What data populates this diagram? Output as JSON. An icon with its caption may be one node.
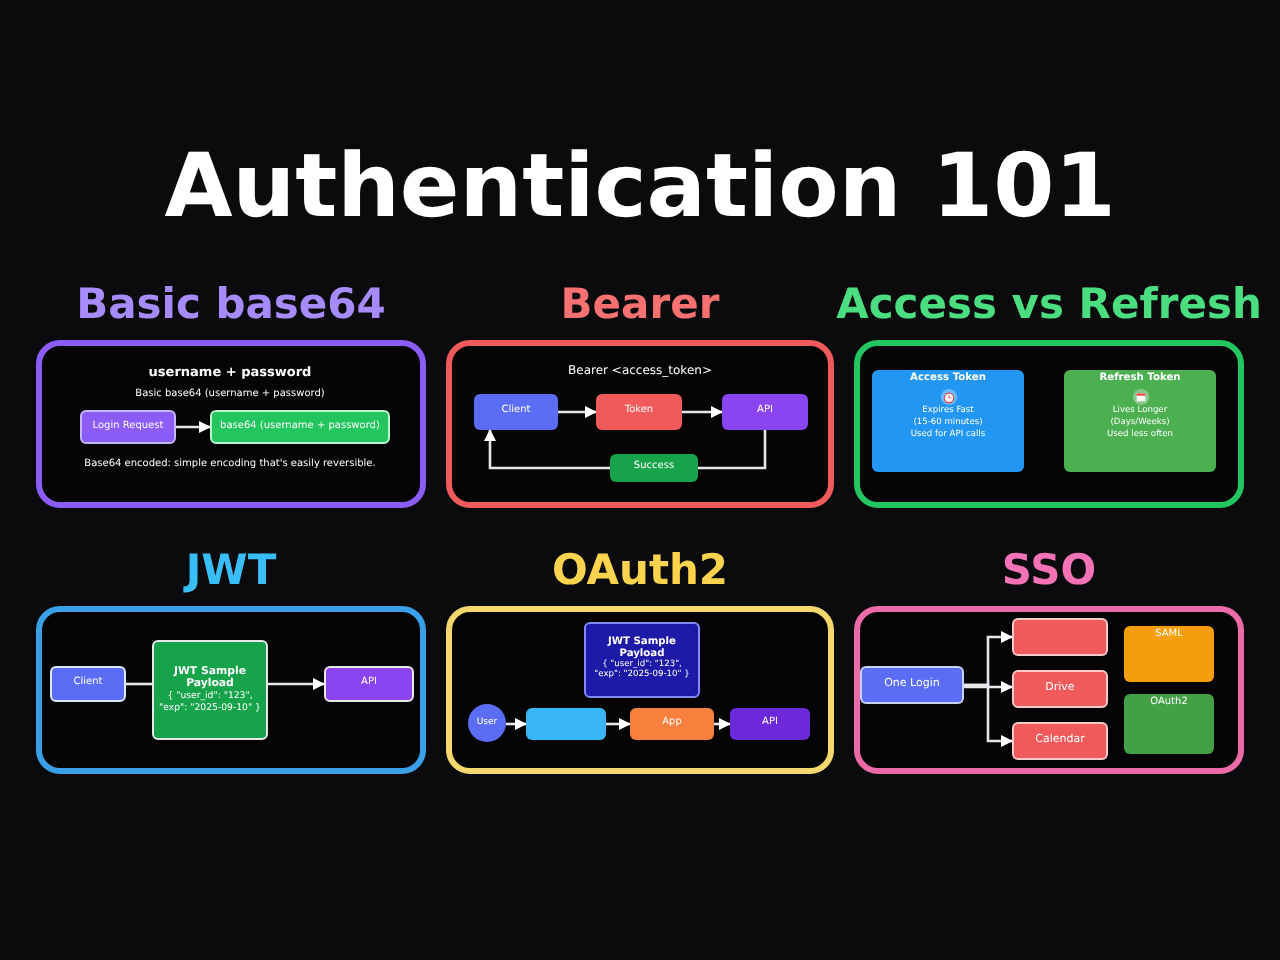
{
  "diagram": {
    "title": "Authentication 101",
    "nodes": [
      {
        "text": [
          "Basic base64"
        ]
      },
      {
        "text": [
          "Login Request"
        ],
        "in": 0
      },
      {
        "text": [
          "base64 (username + password)"
        ],
        "in": 0
      },
      {
        "text": [
          "Bearer"
        ]
      },
      {
        "text": [
          "Client"
        ],
        "in": 3
      },
      {
        "text": [
          "Token"
        ],
        "in": 3
      },
      {
        "text": [
          "API"
        ],
        "in": 3
      },
      {
        "text": [
          "Success"
        ],
        "in": 3
      },
      {
        "text": [
          "Access vs Refresh"
        ]
      },
      {
        "text": [
          "Access Token",
          "Expires Fast",
          "(15-60 minutes)",
          "Used for API calls"
        ],
        "in": 8
      },
      {
        "text": [
          "Refresh Token",
          "Lives Longer",
          "(Days/Weeks)",
          "Used less often"
        ],
        "in": 8
      },
      {
        "text": [
          "JWT"
        ]
      },
      {
        "text": [
          "Client"
        ],
        "in": 11
      },
      {
        "text": [
          "JWT Sample Payload",
          "{ \"user_id\": \"123\", \"exp\": \"2025-09-10\" }"
        ],
        "in": 11
      },
      {
        "text": [
          "API"
        ],
        "in": 11
      },
      {
        "text": [
          "OAuth2"
        ]
      },
      {
        "text": [
          "JWT Sample Payload",
          "{ \"user_id\": \"123\", \"exp\": \"2025-09-10\" }"
        ],
        "in": 15
      },
      {
        "text": [
          "User"
        ],
        "in": 15
      },
      {
        "text": [],
        "shape": "box",
        "in": 15
      },
      {
        "text": [
          "App"
        ],
        "in": 15
      },
      {
        "text": [
          "API"
        ],
        "in": 15
      },
      {
        "text": [
          "SSO"
        ]
      },
      {
        "text": [
          "One Login"
        ],
        "in": 21
      },
      {
        "text": [],
        "shape": "box",
        "in": 21
      },
      {
        "text": [
          "Drive"
        ],
        "in": 21
      },
      {
        "text": [
          "Calendar"
        ],
        "in": 21
      },
      {
        "text": [
          "SAML"
        ],
        "in": 21
      },
      {
        "text": [
          "OAuth2"
        ],
        "in": 21
      }
    ],
    "edges": [
      {
        "from": 1,
        "to": 2,
        "arrow": "to"
      },
      {
        "from": 4,
        "to": 5,
        "arrow": "to"
      },
      {
        "from": 5,
        "to": 6,
        "arrow": "to"
      },
      {
        "from": 6,
        "to": 7,
        "arrow": "none"
      },
      {
        "from": 7,
        "to": 4,
        "arrow": "to"
      },
      {
        "from": 12,
        "to": 13,
        "arrow": "none"
      },
      {
        "from": 13,
        "to": 14,
        "arrow": "to"
      },
      {
        "from": 17,
        "to": 18,
        "arrow": "to"
      },
      {
        "from": 18,
        "to": 19,
        "arrow": "to"
      },
      {
        "from": 19,
        "to": 20,
        "arrow": "to"
      },
      {
        "from": 22,
        "to": 23,
        "arrow": "to"
      },
      {
        "from": 22,
        "to": 24,
        "arrow": "to"
      },
      {
        "from": 22,
        "to": 25,
        "arrow": "to"
      }
    ],
    "labels": [
      "username + password",
      "Basic base64 (username + password)",
      "Base64 encoded: simple encoding that's easily reversible.",
      "Bearer <access_token>"
    ]
  }
}
